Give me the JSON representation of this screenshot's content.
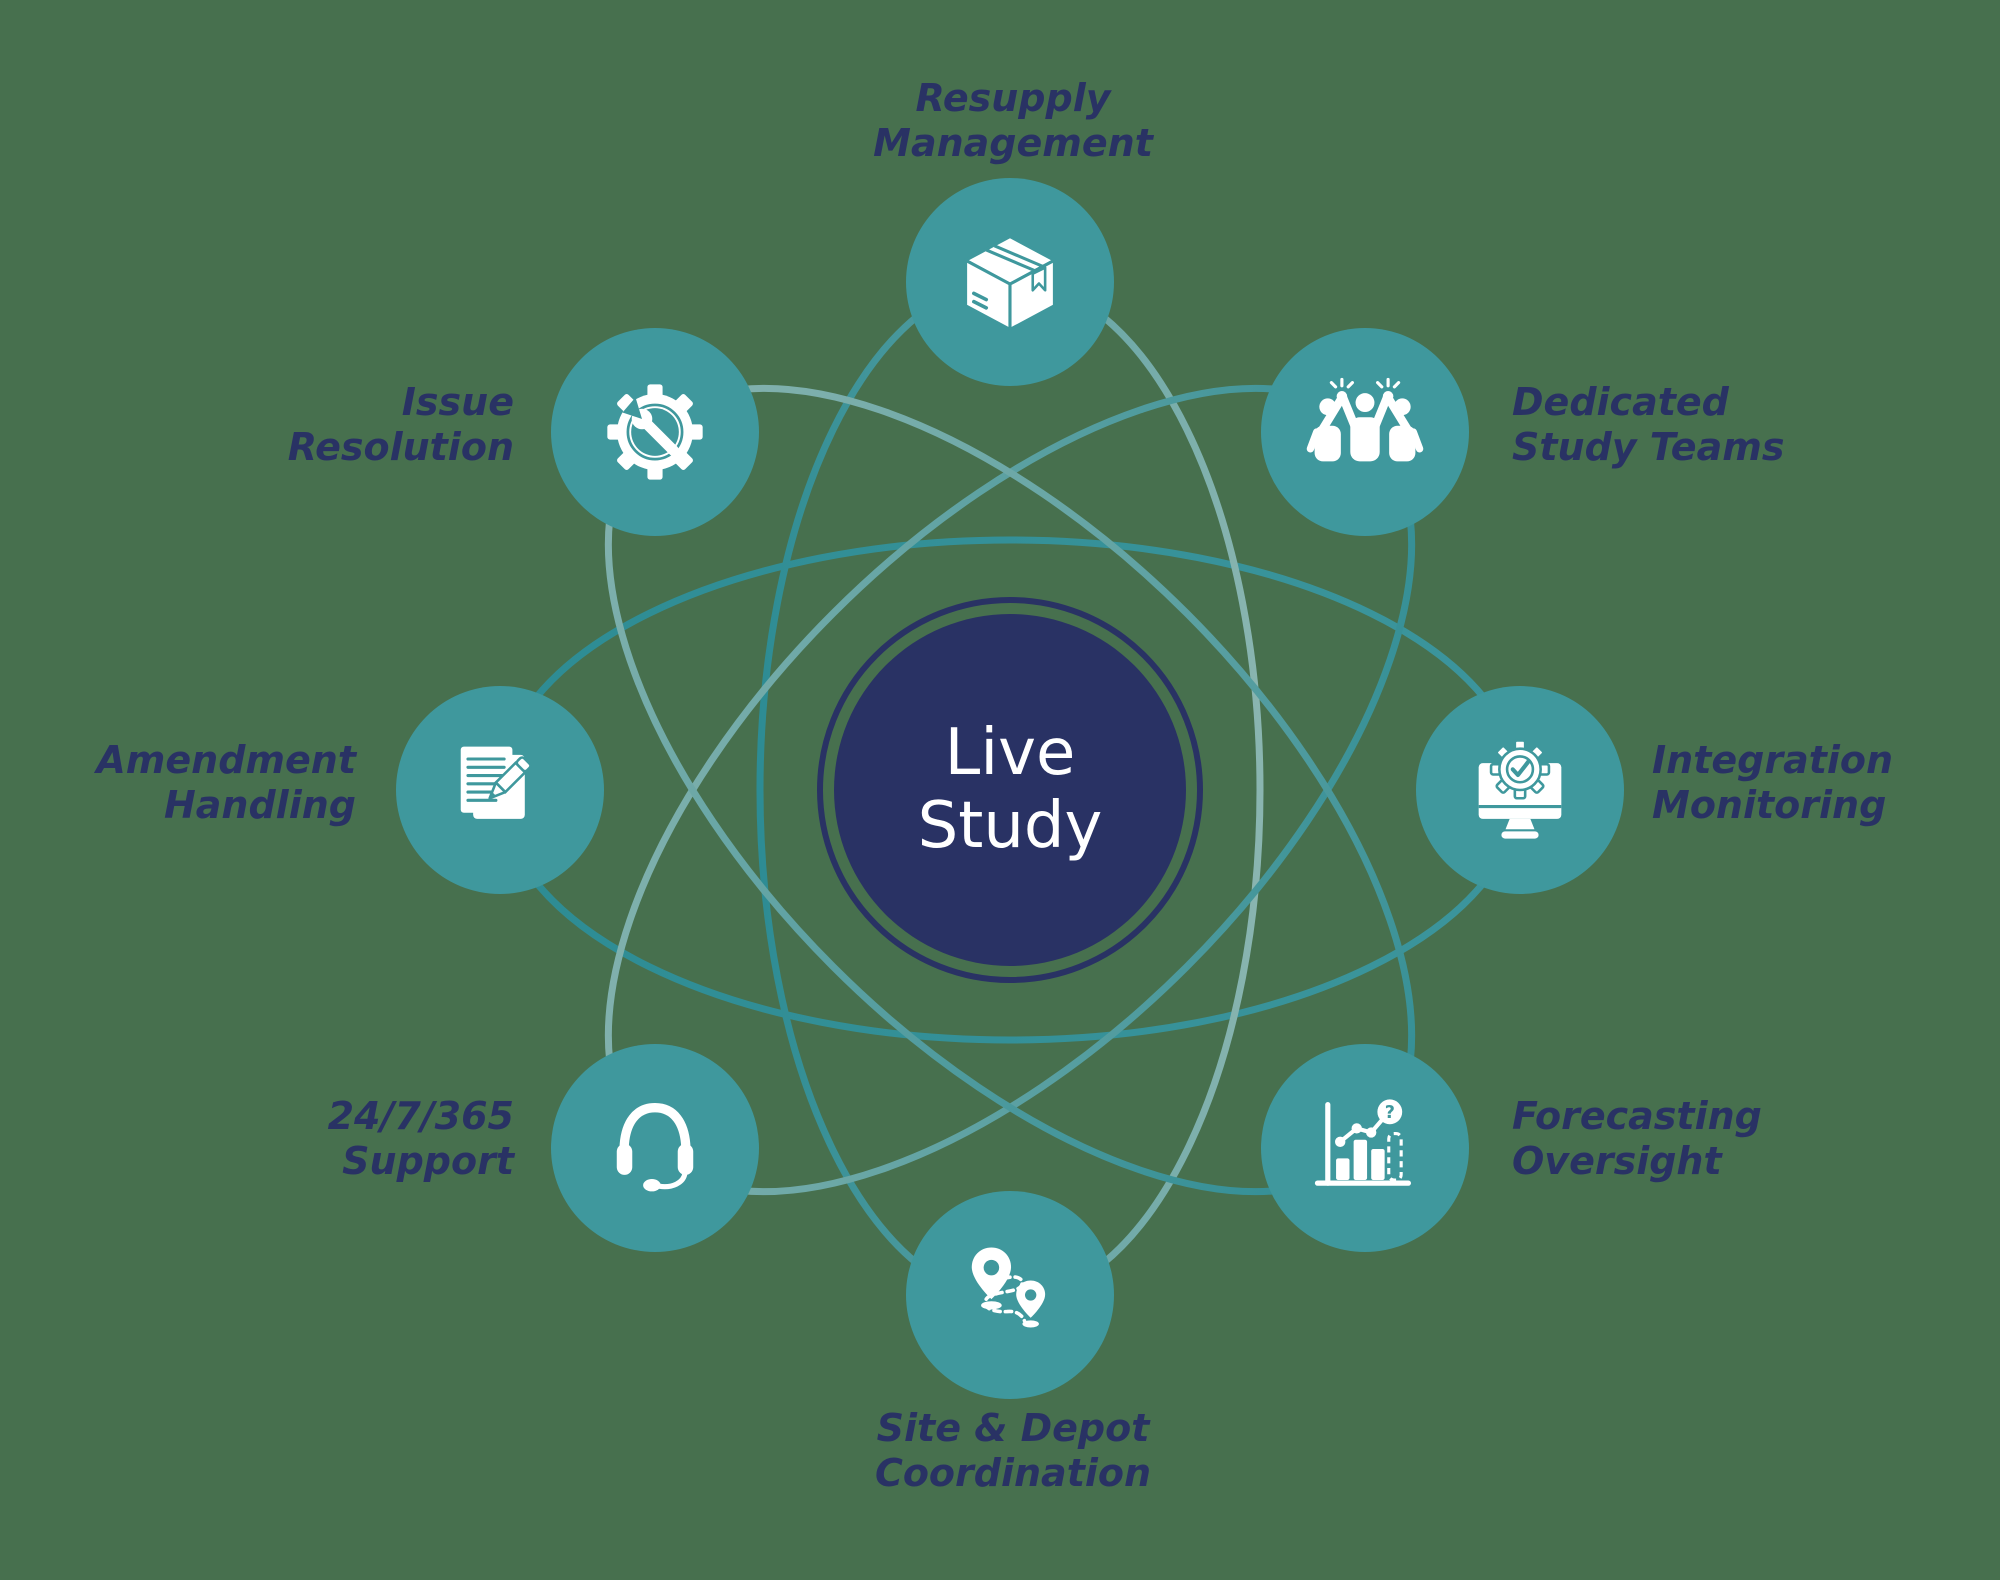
{
  "title": "Live Study services orbit diagram",
  "palette": {
    "background": "#47704e",
    "bubble_teal": "#3f989d",
    "hub_navy": "#293264",
    "label_navy": "#293264",
    "orbit_dark": "#2d8c94",
    "orbit_light": "#8ab5b0",
    "icon_white": "#ffffff"
  },
  "center": {
    "line1": "Live",
    "line2": "Study"
  },
  "icons": {
    "question_glyph": "?"
  },
  "nodes": [
    {
      "id": "resupply-management",
      "icon": "package-box-icon",
      "line1": "Resupply",
      "line2": "Management"
    },
    {
      "id": "dedicated-study-teams",
      "icon": "team-high-five-icon",
      "line1": "Dedicated",
      "line2": "Study Teams"
    },
    {
      "id": "integration-monitoring",
      "icon": "monitor-gear-check-icon",
      "line1": "Integration",
      "line2": "Monitoring"
    },
    {
      "id": "forecasting-oversight",
      "icon": "forecast-chart-icon",
      "line1": "Forecasting",
      "line2": "Oversight"
    },
    {
      "id": "site-depot-coordination",
      "icon": "route-map-pins-icon",
      "line1": "Site & Depot",
      "line2": "Coordination"
    },
    {
      "id": "support-24-7-365",
      "icon": "headset-icon",
      "line1": "24/7/365",
      "line2": "Support"
    },
    {
      "id": "amendment-handling",
      "icon": "document-pencil-icon",
      "line1": "Amendment",
      "line2": "Handling"
    },
    {
      "id": "issue-resolution",
      "icon": "gear-wrench-icon",
      "line1": "Issue",
      "line2": "Resolution"
    }
  ]
}
